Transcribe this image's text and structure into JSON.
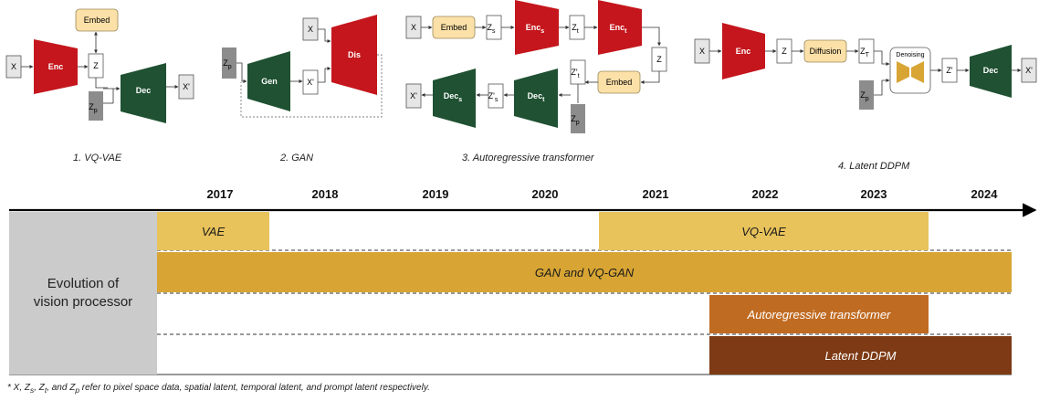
{
  "diagram1": {
    "caption": "1. VQ-VAE",
    "x": "X",
    "embed": "Embed",
    "enc": "Enc",
    "z": "Z",
    "dec": "Dec",
    "xprime": "X'",
    "zp": "Z",
    "zp_sub": "p"
  },
  "diagram2": {
    "caption": "2. GAN",
    "zp": "Z",
    "zp_sub": "p",
    "gen": "Gen",
    "x": "X",
    "xprime": "X'",
    "dis": "Dis"
  },
  "diagram3": {
    "caption": "3. Autoregressive transformer",
    "x": "X",
    "embed_top": "Embed",
    "zs": "Z",
    "zs_sub": "s",
    "encs": "Enc",
    "encs_sub": "s",
    "zt": "Z",
    "zt_sub": "t",
    "enct": "Enc",
    "enct_sub": "t",
    "z": "Z",
    "ztprime": "Z'",
    "ztprime_sub": "t",
    "embed_bottom": "Embed",
    "dect": "Dec",
    "dect_sub": "t",
    "zsprime": "Z'",
    "zsprime_sub": "s",
    "decs": "Dec",
    "decs_sub": "s",
    "xprime": "X'",
    "zp": "Z",
    "zp_sub": "p"
  },
  "diagram4": {
    "caption": "4. Latent DDPM",
    "x": "X",
    "enc": "Enc",
    "z": "Z",
    "diffusion": "Diffusion",
    "zT": "Z",
    "zT_sub": "T",
    "denoising": "Denoising",
    "zprime": "Z'",
    "dec": "Dec",
    "xprime": "X'",
    "zp": "Z",
    "zp_sub": "p"
  },
  "timeline": {
    "years": [
      "2017",
      "2018",
      "2019",
      "2020",
      "2021",
      "2022",
      "2023",
      "2024"
    ],
    "row_title": "Evolution of vision processor",
    "bars": [
      {
        "label": "VAE",
        "start_year": 2017,
        "end_year": 2017.5,
        "color": "#e8c25b"
      },
      {
        "label": "VQ-VAE",
        "start_year": 2021,
        "end_year": 2023.5,
        "color": "#e8c25b"
      },
      {
        "label": "GAN and VQ-GAN",
        "start_year": 2017,
        "end_year": 2024,
        "color": "#d8a534"
      },
      {
        "label": "Autoregressive transformer",
        "start_year": 2022,
        "end_year": 2023.5,
        "color": "#c06b22"
      },
      {
        "label": "Latent DDPM",
        "start_year": 2022,
        "end_year": 2024,
        "color": "#7d3a14"
      }
    ]
  },
  "footnote": {
    "prefix": "* X, Z",
    "s": "s",
    "mid1": ", Z",
    "t": "t",
    "mid2": ", and Z",
    "p": "p",
    "suffix": " refer to pixel space data, spatial latent, temporal latent, and prompt latent respectively."
  },
  "colors": {
    "enc_red": "#c4161c",
    "dec_green": "#1f5132",
    "embed_fill": "#fbe0a8",
    "gray_box": "#8c8c8c",
    "light_box": "#e6e6e6"
  }
}
